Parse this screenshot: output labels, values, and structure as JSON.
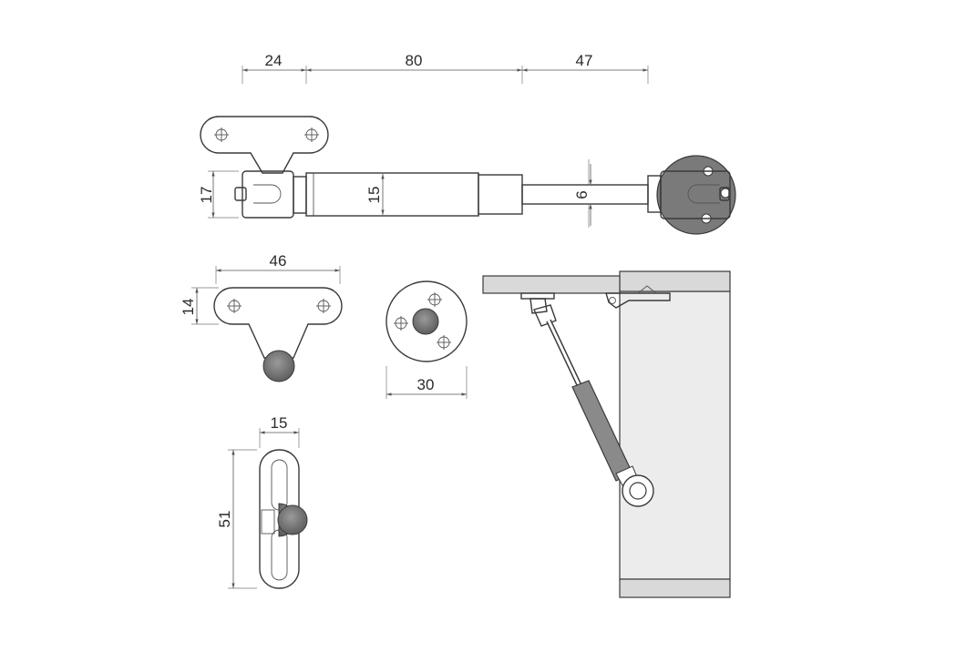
{
  "colors": {
    "line": "#3a3a3a",
    "dimension": "#555555",
    "knob": "#7a7a7a",
    "cabinet_fill": "#ececec",
    "panel_fill": "#d9d9d9"
  },
  "dimensions": {
    "top_bracket_length": "24",
    "cylinder_length": "80",
    "rod_length": "47",
    "bracket_height": "17",
    "cylinder_diameter": "15",
    "rod_diameter": "6",
    "plate_width": "46",
    "plate_height": "14",
    "disc_diameter": "30",
    "slot_plate_width": "15",
    "slot_plate_length": "51"
  }
}
